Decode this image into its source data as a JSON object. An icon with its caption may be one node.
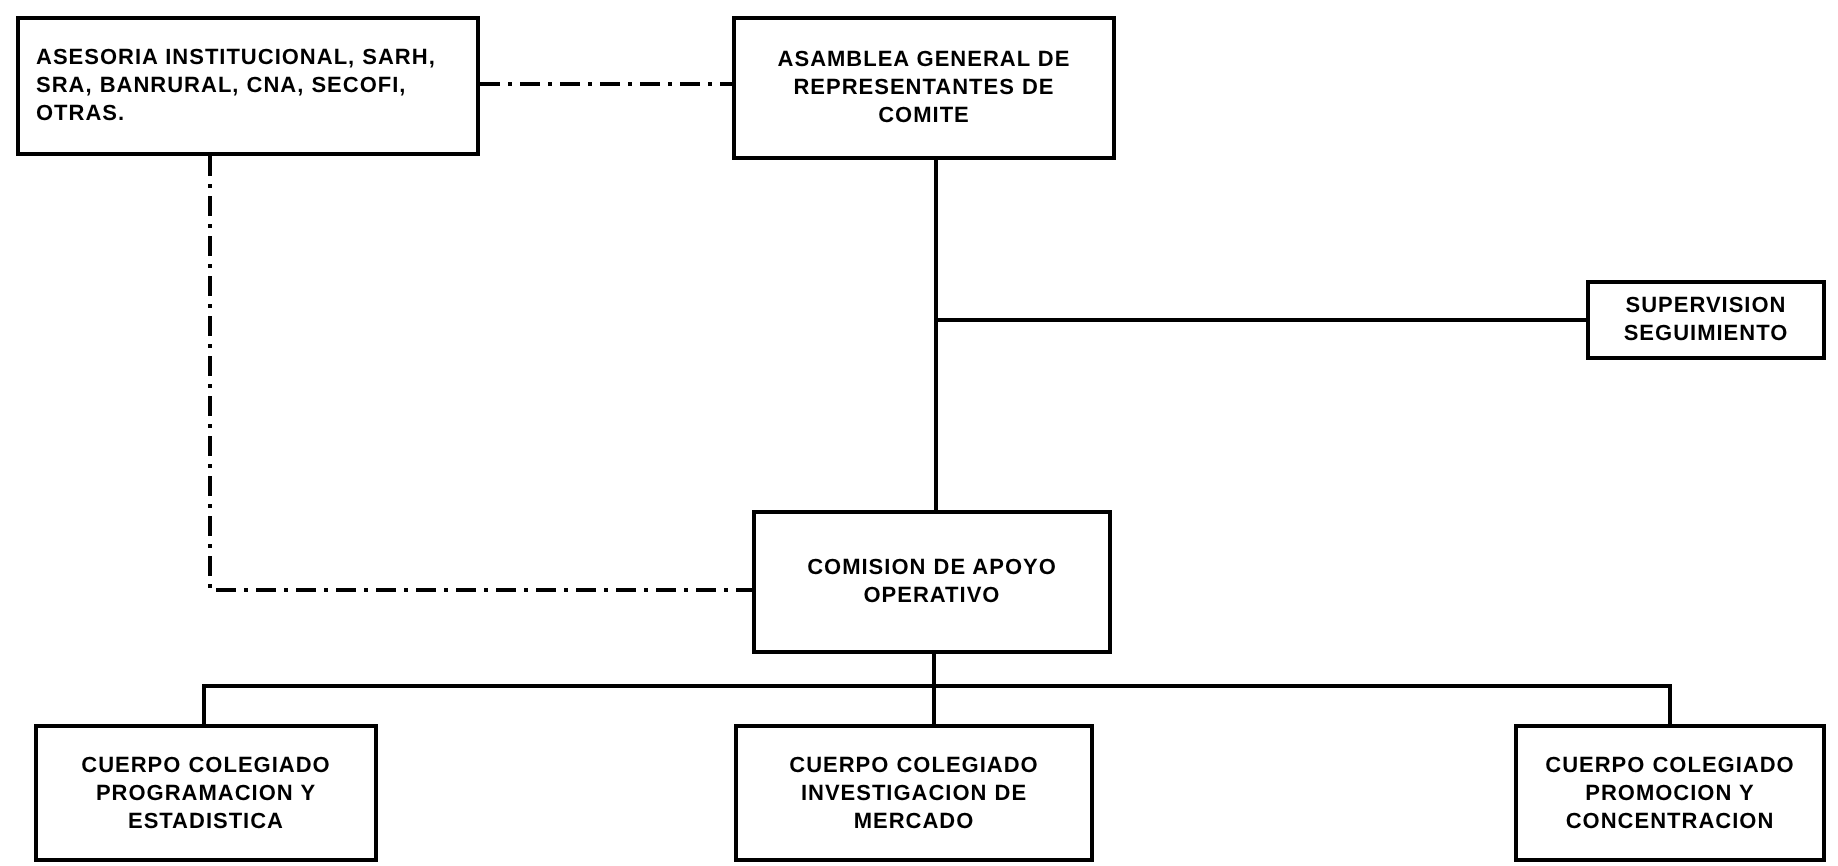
{
  "diagram": {
    "nodes": [
      {
        "text": [
          "ASESORIA INSTITUCIONAL, SARH, SRA, BANRURAL, CNA, SECOFI, OTRAS."
        ]
      },
      {
        "text": [
          "ASAMBLEA GENERAL DE REPRESENTANTES DE COMITE"
        ]
      },
      {
        "text": [
          "SUPERVISION SEGUIMIENTO"
        ]
      },
      {
        "text": [
          "COMISION DE APOYO OPERATIVO"
        ]
      },
      {
        "text": [
          "CUERPO COLEGIADO PROGRAMACION Y ESTADISTICA"
        ]
      },
      {
        "text": [
          "CUERPO COLEGIADO INVESTIGACION DE MERCADO"
        ]
      },
      {
        "text": [
          "CUERPO COLEGIADO PROMOCION Y CONCENTRACION"
        ]
      }
    ],
    "edges": [
      {
        "from": 0,
        "to": 1,
        "arrow": "none",
        "style": "dashed"
      },
      {
        "from": 0,
        "to": 3,
        "arrow": "none",
        "style": "dashed"
      },
      {
        "from": 1,
        "to": 3,
        "arrow": "none"
      },
      {
        "from": 1,
        "to": 2,
        "arrow": "none"
      },
      {
        "from": 3,
        "to": 4,
        "arrow": "none"
      },
      {
        "from": 3,
        "to": 5,
        "arrow": "none"
      },
      {
        "from": 3,
        "to": 6,
        "arrow": "none"
      }
    ]
  }
}
